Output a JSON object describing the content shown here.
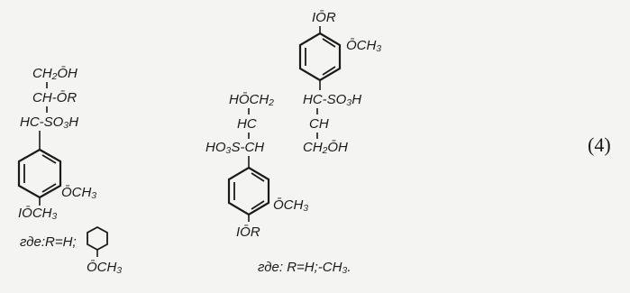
{
  "equation_number": "(4)",
  "left_structure": {
    "ch2oh": "CH₂ŌH",
    "ch_or": "CH-ŌR",
    "hc_so3h": "HC-SO₃H",
    "och3": "ŌCH₃",
    "och3_bottom": "IŌCH₃",
    "legend": "где:R=H;",
    "legend_och3": "ŌCH₃"
  },
  "right_top_structure": {
    "or_top": "IŌR",
    "och3": "ŌCH₃",
    "hc_so3h": "HC-SO₃H",
    "ch": "CH",
    "ch2oh": "CH₂ŌH"
  },
  "right_bottom_structure": {
    "hoch2": "HŌCH₂",
    "hc": "HC",
    "ho3s_ch": "HO₃S-CH",
    "och3": "ŌCH₃",
    "or_bottom": "IŌR"
  },
  "right_legend": "где: R=H;-CH₃."
}
